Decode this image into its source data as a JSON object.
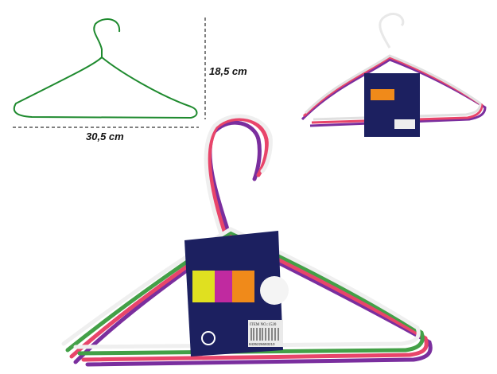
{
  "dimensions": {
    "height": "18,5 cm",
    "width": "30,5 cm"
  },
  "package": {
    "item_no": "ITEM NO.:1520",
    "barcode": "8435226693210"
  },
  "colors": {
    "card": "#1c2060",
    "green_hanger": "#1e8a2e",
    "white": "#f2f2f2",
    "pink": "#e8456a",
    "purple": "#7a2e9e"
  }
}
